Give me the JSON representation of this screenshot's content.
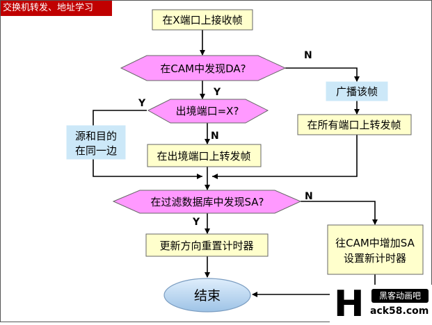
{
  "header": {
    "title": "交换机转发、地址学习"
  },
  "nodes": {
    "receive": "在X端口上接收帧",
    "cam_lookup": "在CAM中发现DA?",
    "broadcast": "广播该帧",
    "egress_check": "出境端口=X?",
    "same_side": [
      "源和目的",
      "在同一边"
    ],
    "forward_egress": "在出境端口上转发帧",
    "forward_all": "在所有端口上转发帧",
    "filter_lookup": "在过滤数据库中发现SA?",
    "update_timer": "更新方向重置计时器",
    "add_sa": [
      "往CAM中增加SA",
      "设置新计时器"
    ],
    "end": "结束"
  },
  "edges": {
    "cam_no": "N",
    "cam_yes": "Y",
    "egress_yes": "Y",
    "egress_no": "N",
    "filter_no": "N",
    "filter_yes": "Y"
  },
  "watermark": {
    "letter": "H",
    "name": "黑客动画吧",
    "url": "ack58.com"
  },
  "colors": {
    "process_fill": "#ffffcc",
    "decision_fill": "#ff99ff",
    "note_fill": "#cce8f8",
    "end_fill": "#bcd6f0",
    "title_bg": "#c00000"
  }
}
